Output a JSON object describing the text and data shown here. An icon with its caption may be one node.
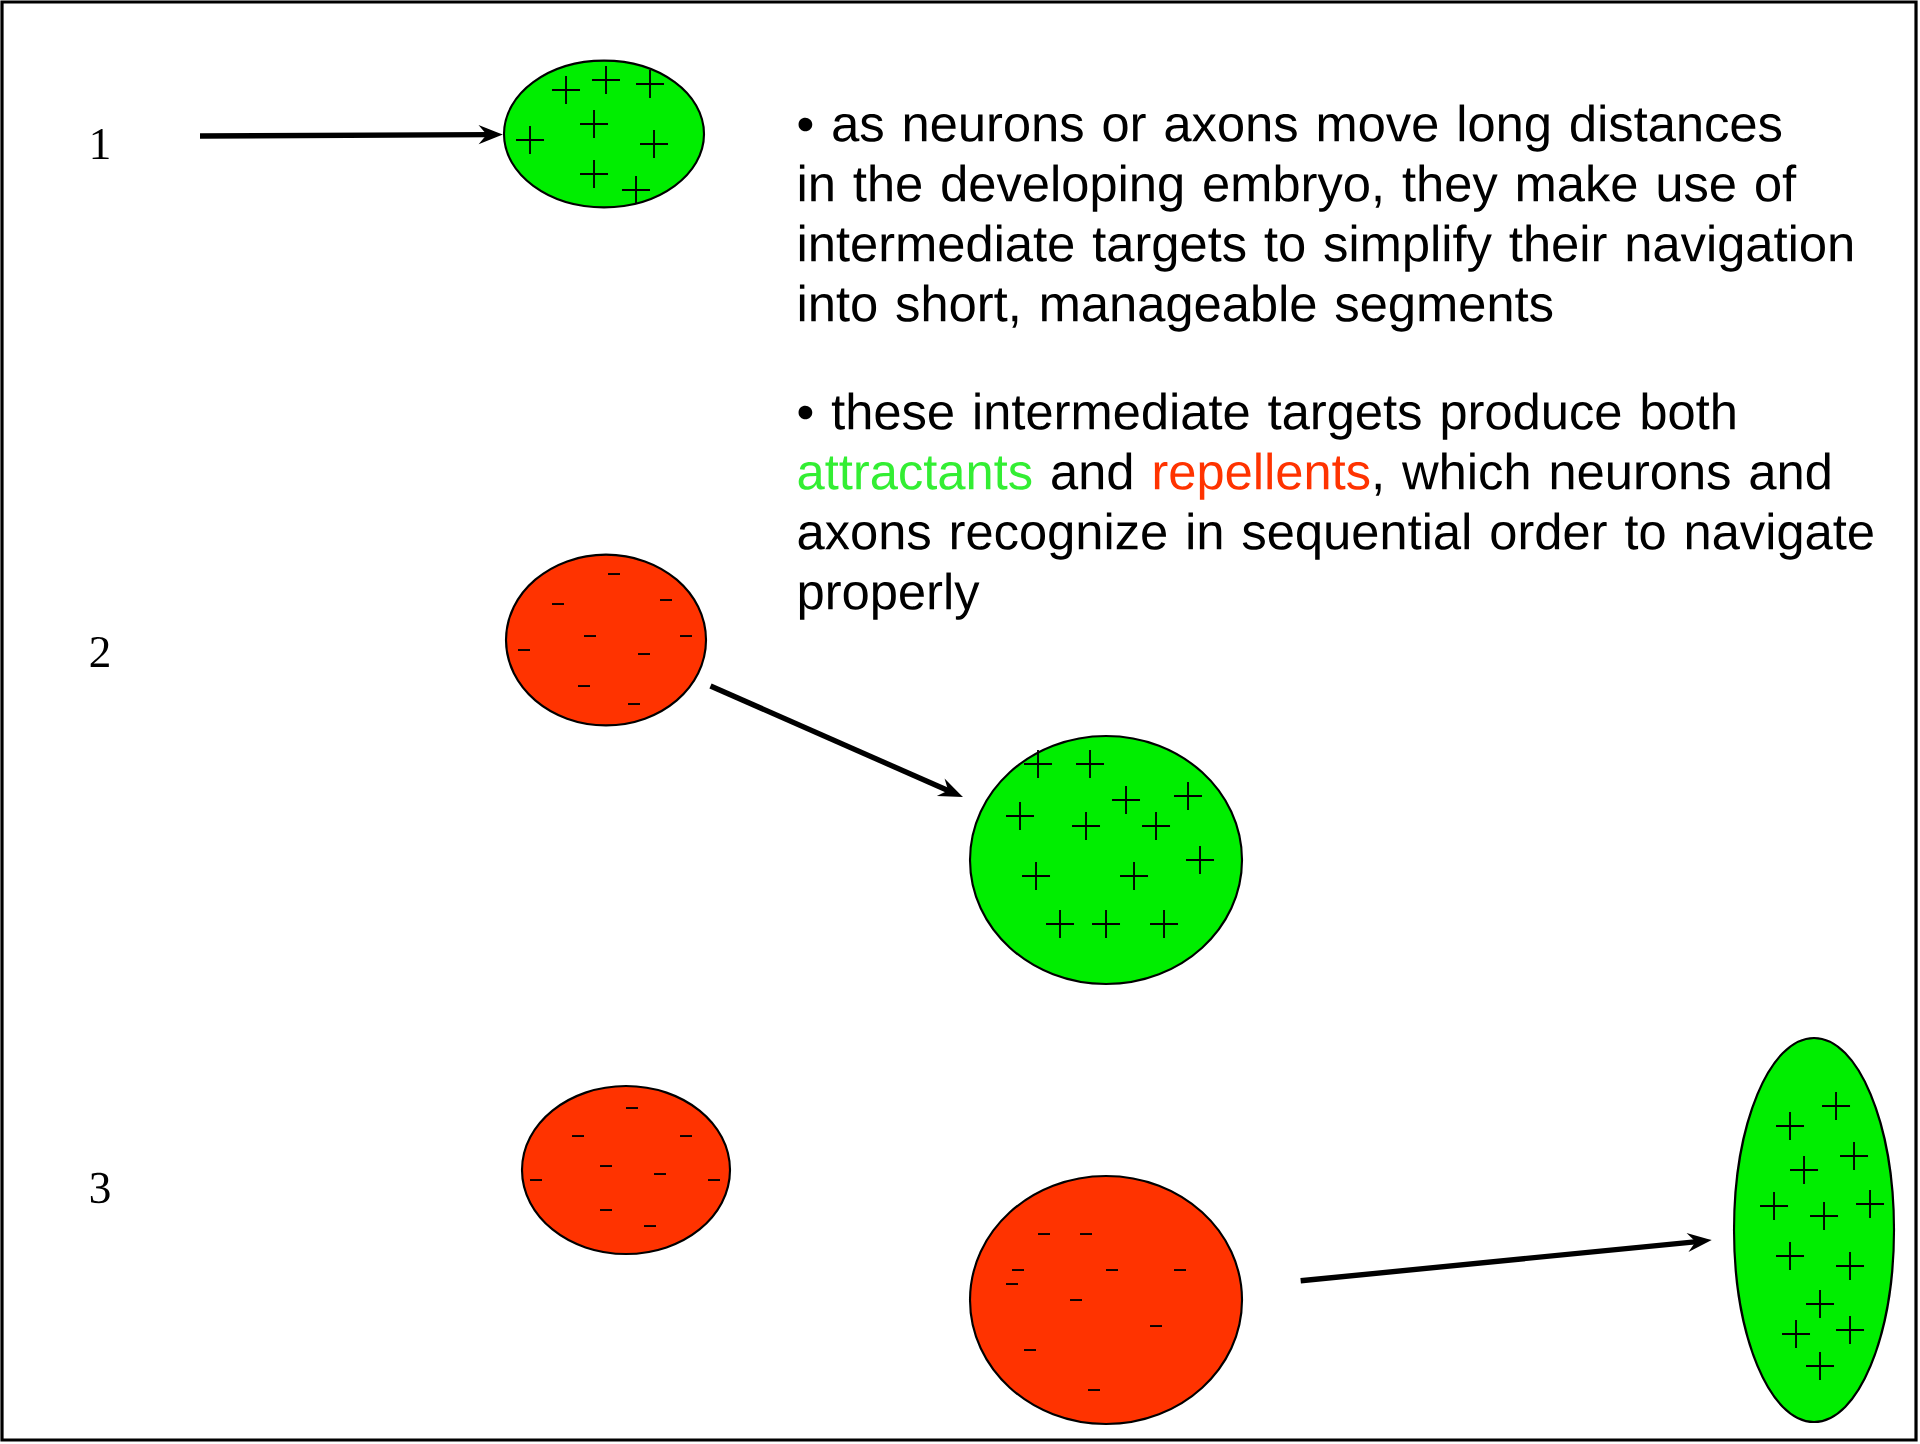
{
  "diagram": {
    "nodes": [
      {
        "text": [],
        "shape": "ellipse"
      },
      {
        "text": [],
        "shape": "ellipse"
      },
      {
        "text": [],
        "shape": "ellipse"
      },
      {
        "text": [],
        "shape": "ellipse"
      },
      {
        "text": [],
        "shape": "ellipse"
      },
      {
        "text": [],
        "shape": "ellipse"
      }
    ],
    "edges": [
      {
        "from": null,
        "to": 0,
        "arrow": "to"
      },
      {
        "from": 1,
        "to": 2,
        "arrow": "to"
      },
      {
        "from": 4,
        "to": 5,
        "arrow": "to"
      }
    ],
    "labels": [
      "1",
      "2",
      "3",
      "• as neurons or axons move long distances in the developing embryo, they make use of intermediate targets to simplify their navigation into short, manageable segments",
      "• these intermediate targets produce both",
      "attractants",
      "and",
      "repellents",
      ", which neurons and axons recognize in sequential order to navigate properly"
    ]
  }
}
